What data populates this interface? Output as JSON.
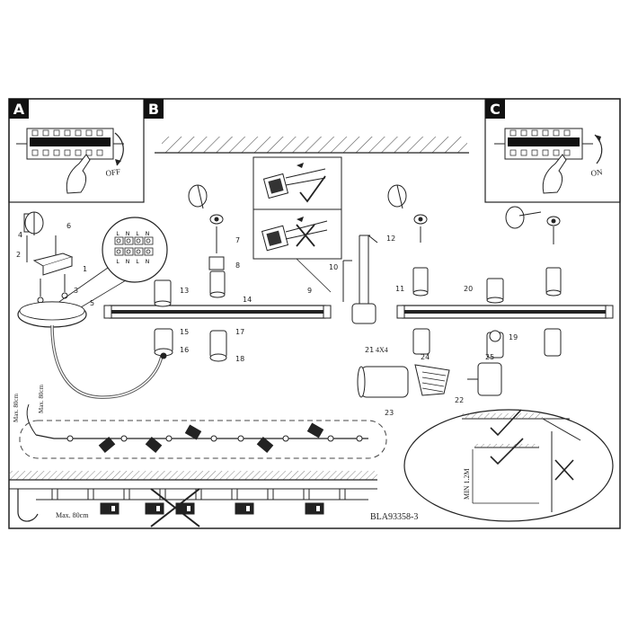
{
  "panels": {
    "a": {
      "label": "A",
      "switch_text": "OFF"
    },
    "b": {
      "label": "B"
    },
    "c": {
      "label": "C",
      "switch_text": "ON"
    }
  },
  "callouts": [
    "1",
    "2",
    "3",
    "4",
    "5",
    "6",
    "7",
    "8",
    "9",
    "10",
    "11",
    "12",
    "13",
    "14",
    "15",
    "16",
    "17",
    "18",
    "19",
    "20",
    "21",
    "22",
    "23",
    "24",
    "25"
  ],
  "terminal_labels": [
    "L",
    "N",
    "L",
    "N",
    "L",
    "N",
    "L",
    "N"
  ],
  "screw_label": "4X4",
  "dimensions": {
    "cable_max_1": "Max. 80cm",
    "cable_max_2": "Max. 80cm",
    "cable_max_3": "Max. 80cm",
    "min_distance": "MIN 1.2M"
  },
  "document_code": "BLA93358-3",
  "colors": {
    "line": "#222222",
    "hatch": "#555555",
    "paper": "#ffffff"
  }
}
